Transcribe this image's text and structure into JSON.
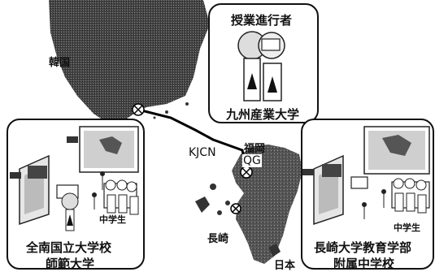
{
  "map": {
    "korea_label": "韓国",
    "japan_label": "日本",
    "nagasaki_label": "長崎",
    "fukuoka_label": "福岡",
    "qg_label": "QG",
    "kjcn_label": "KJCN"
  },
  "top_box": {
    "title": "授業進行者",
    "subtitle": "九州産業大学"
  },
  "left_box": {
    "students_label": "中学生",
    "title_line1": "全南国立大学校",
    "title_line2": "師範大学"
  },
  "right_box": {
    "students_label": "中学生",
    "title_line1": "長崎大学教育学部",
    "title_line2": "附属中学校"
  }
}
